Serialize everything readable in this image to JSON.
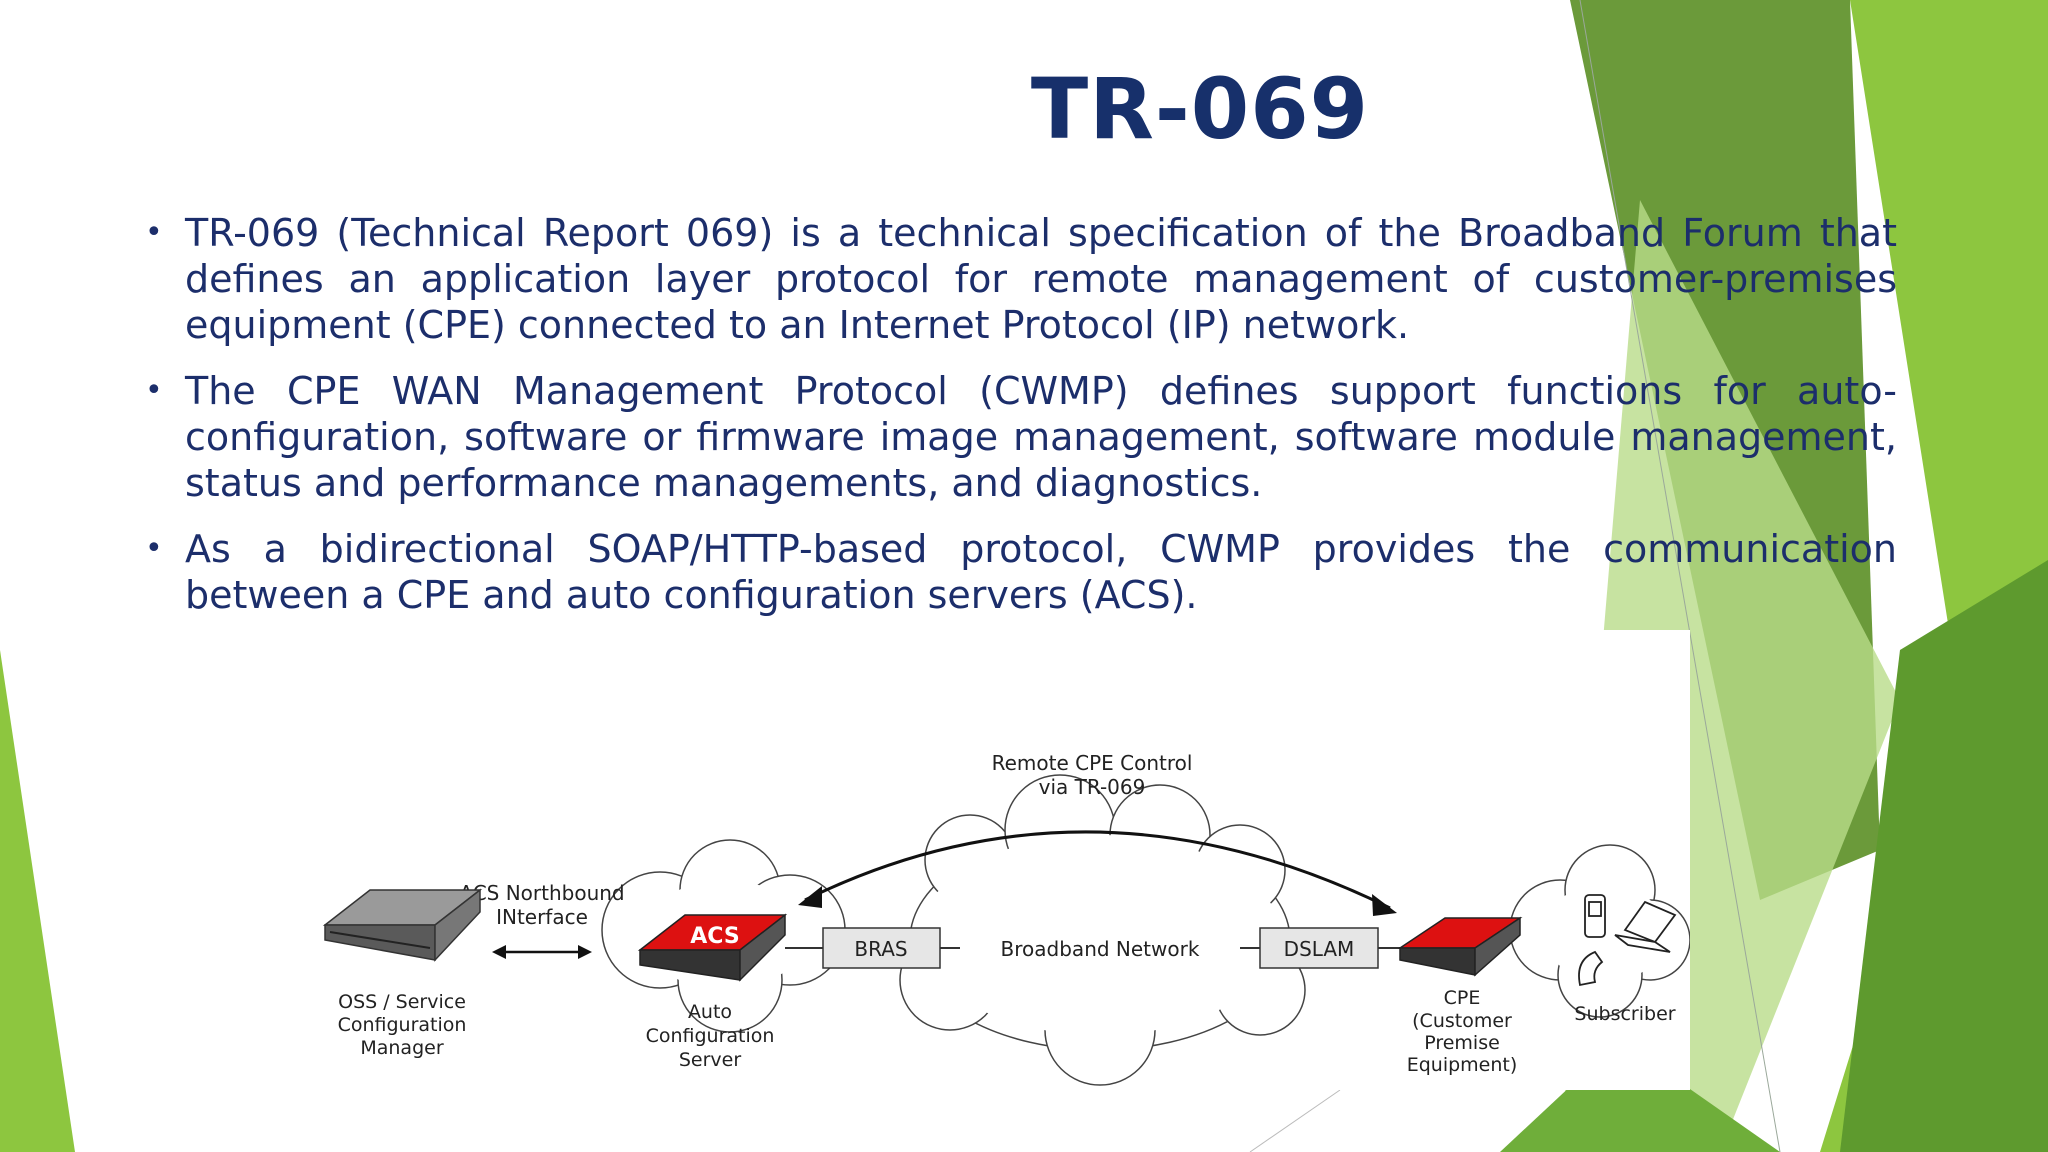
{
  "slide": {
    "title": "TR-069",
    "bullets": [
      "TR-069 (Technical Report 069) is a technical specification of the Broadband Forum that defines an application layer protocol for remote management of customer-premises equipment (CPE) connected to an Internet Protocol (IP) network.",
      "The CPE WAN Management Protocol (CWMP) defines support functions for auto-configuration, software or firmware image management, software module management, status and performance managements, and diagnostics.",
      "As a bidirectional SOAP/HTTP-based protocol, CWMP provides the communication between a CPE and auto configuration servers (ACS)."
    ]
  },
  "diagram": {
    "remote_control_line1": "Remote CPE Control",
    "remote_control_line2": "via TR-069",
    "northbound_line1": "ACS Northbound",
    "northbound_line2": "INterface",
    "oss_line1": "OSS / Service",
    "oss_line2": "Configuration",
    "oss_line3": "Manager",
    "acs_badge": "ACS",
    "acs_line1": "Auto",
    "acs_line2": "Configuration",
    "acs_line3": "Server",
    "bras": "BRAS",
    "broadband": "Broadband Network",
    "dslam": "DSLAM",
    "cpe_line1": "CPE",
    "cpe_line2": "(Customer",
    "cpe_line3": "Premise",
    "cpe_line4": "Equipment)",
    "subscriber": "Subscriber"
  },
  "colors": {
    "title": "#17306b",
    "text": "#1c2e6b",
    "accent_red": "#cc0000",
    "green_light": "#8dc63f",
    "green_dark": "#5a8f29"
  }
}
